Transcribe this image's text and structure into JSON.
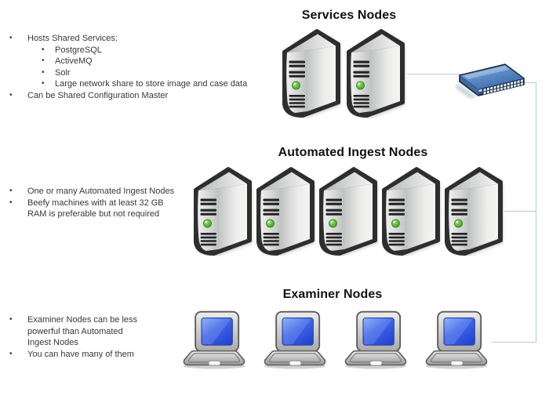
{
  "canvas": {
    "background": "#ffffff",
    "connector_color": "#b4c7e7"
  },
  "sections": [
    {
      "id": "services",
      "title": "Services Nodes",
      "icon": "server-tower-icon",
      "node_count": 2,
      "bullets": [
        {
          "level": 1,
          "lines": [
            "Hosts Shared Services:"
          ]
        },
        {
          "level": 2,
          "lines": [
            "PostgreSQL"
          ]
        },
        {
          "level": 2,
          "lines": [
            "ActiveMQ"
          ]
        },
        {
          "level": 2,
          "lines": [
            "Solr"
          ]
        },
        {
          "level": 2,
          "lines": [
            "Large network share to store image and case data"
          ]
        },
        {
          "level": 1,
          "lines": [
            "Can be Shared Configuration Master"
          ]
        }
      ]
    },
    {
      "id": "ingest",
      "title": "Automated Ingest Nodes",
      "icon": "server-tower-icon",
      "node_count": 5,
      "bullets": [
        {
          "level": 1,
          "lines": [
            "One or many Automated Ingest Nodes"
          ]
        },
        {
          "level": 1,
          "lines": [
            "Beefy machines with at least 32 GB",
            "RAM is preferable but not required"
          ]
        }
      ]
    },
    {
      "id": "examiner",
      "title": "Examiner Nodes",
      "icon": "laptop-icon",
      "node_count": 4,
      "bullets": [
        {
          "level": 1,
          "lines": [
            "Examiner Nodes can be less",
            "powerful than Automated",
            "Ingest Nodes"
          ]
        },
        {
          "level": 1,
          "lines": [
            "You can have many of them"
          ]
        }
      ]
    }
  ],
  "network": {
    "switch_icon": "network-switch-icon",
    "bullet_glyph": "•"
  }
}
